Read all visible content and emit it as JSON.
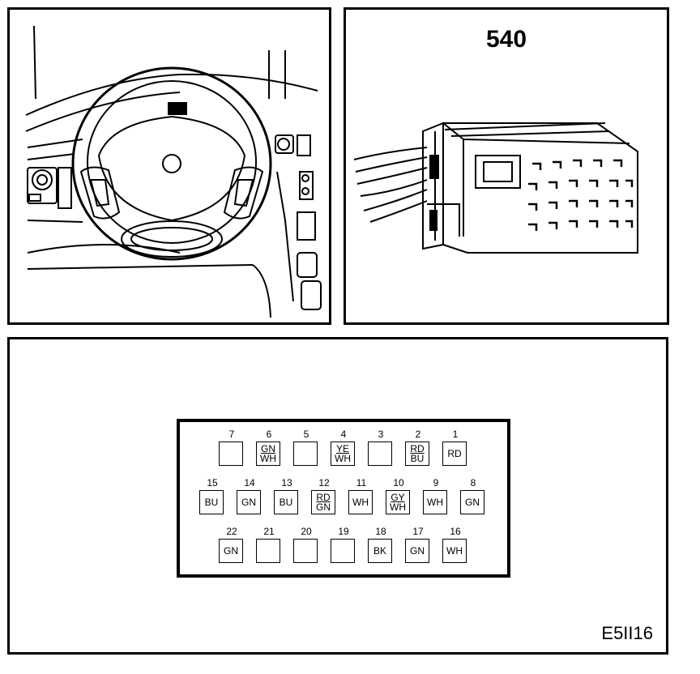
{
  "connector_number": "540",
  "figure_code": "E5II16",
  "pin_rows": [
    [
      {
        "n": "7",
        "c": [
          "",
          ""
        ]
      },
      {
        "n": "6",
        "c": [
          "GN",
          "WH"
        ]
      },
      {
        "n": "5",
        "c": [
          "",
          ""
        ]
      },
      {
        "n": "4",
        "c": [
          "YE",
          "WH"
        ]
      },
      {
        "n": "3",
        "c": [
          "",
          ""
        ]
      },
      {
        "n": "2",
        "c": [
          "RD",
          "BU"
        ]
      },
      {
        "n": "1",
        "c": [
          "RD",
          ""
        ]
      }
    ],
    [
      {
        "n": "15",
        "c": [
          "BU",
          ""
        ]
      },
      {
        "n": "14",
        "c": [
          "GN",
          ""
        ]
      },
      {
        "n": "13",
        "c": [
          "BU",
          ""
        ]
      },
      {
        "n": "12",
        "c": [
          "RD",
          "GN"
        ]
      },
      {
        "n": "11",
        "c": [
          "WH",
          ""
        ]
      },
      {
        "n": "10",
        "c": [
          "GY",
          "WH"
        ]
      },
      {
        "n": "9",
        "c": [
          "WH",
          ""
        ]
      },
      {
        "n": "8",
        "c": [
          "GN",
          ""
        ]
      }
    ],
    [
      {
        "n": "22",
        "c": [
          "GN",
          ""
        ]
      },
      {
        "n": "21",
        "c": [
          "",
          ""
        ]
      },
      {
        "n": "20",
        "c": [
          "",
          ""
        ]
      },
      {
        "n": "19",
        "c": [
          "",
          ""
        ]
      },
      {
        "n": "18",
        "c": [
          "BK",
          ""
        ]
      },
      {
        "n": "17",
        "c": [
          "GN",
          ""
        ]
      },
      {
        "n": "16",
        "c": [
          "WH",
          ""
        ]
      }
    ]
  ]
}
